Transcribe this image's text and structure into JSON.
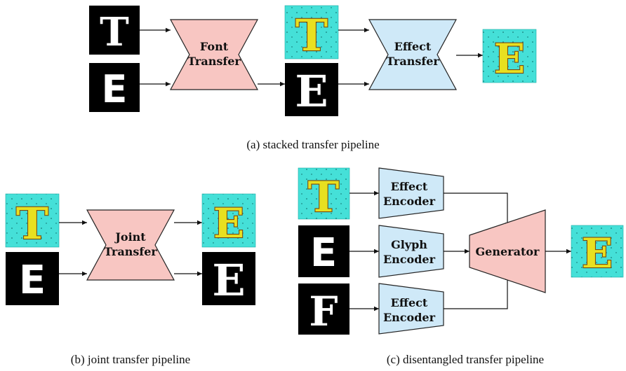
{
  "panel_a": {
    "inputs": [
      "T",
      "E"
    ],
    "font_transfer": [
      "Font",
      "Transfer"
    ],
    "mid_outputs": [
      "T",
      "E"
    ],
    "effect_transfer": [
      "Effect",
      "Transfer"
    ],
    "output": "E",
    "caption": "(a) stacked transfer pipeline"
  },
  "panel_b": {
    "inputs": [
      "T",
      "E"
    ],
    "joint_transfer": [
      "Joint",
      "Transfer"
    ],
    "outputs": [
      "E",
      "E"
    ],
    "caption": "(b) joint transfer pipeline"
  },
  "panel_c": {
    "inputs": [
      "T",
      "E",
      "F"
    ],
    "encoders": [
      [
        "Effect",
        "Encoder"
      ],
      [
        "Glyph",
        "Encoder"
      ],
      [
        "Effect",
        "Encoder"
      ]
    ],
    "generator": "Generator",
    "output": "E",
    "caption": "(c) disentangled transfer pipeline"
  }
}
